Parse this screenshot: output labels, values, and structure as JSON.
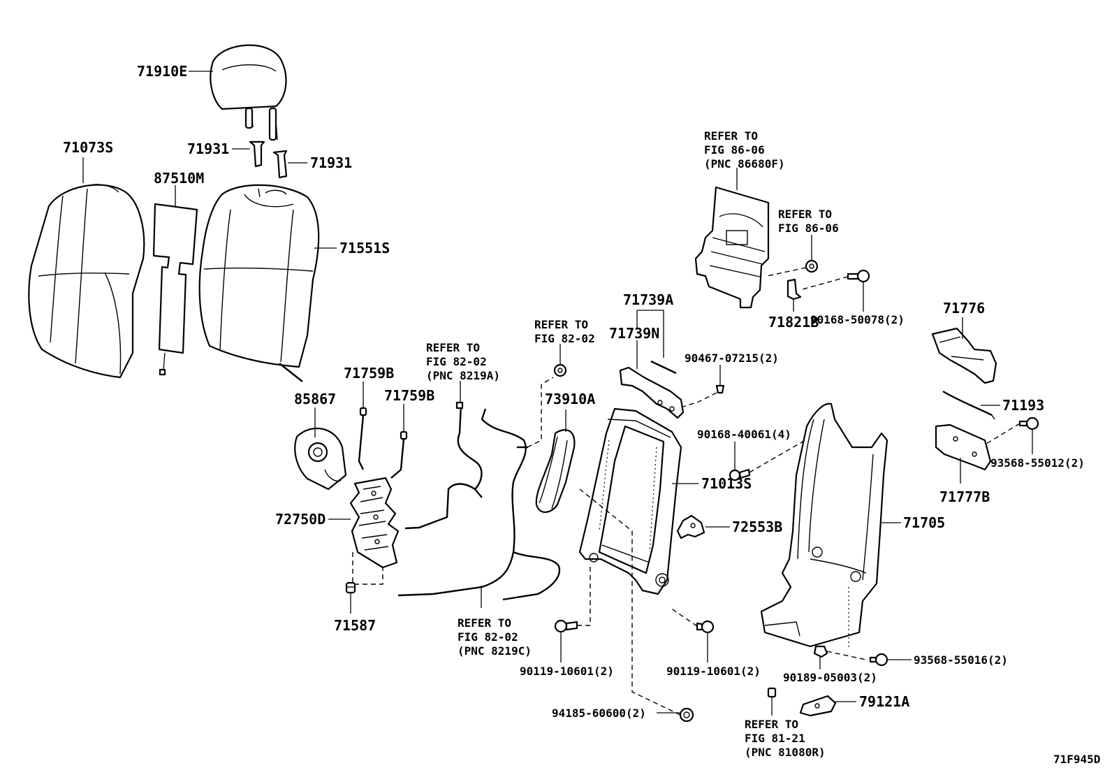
{
  "diagram_id": "71F945D",
  "parts": [
    {
      "id": "71910E"
    },
    {
      "id": "71931a",
      "label": "71931"
    },
    {
      "id": "71931b",
      "label": "71931"
    },
    {
      "id": "71073S"
    },
    {
      "id": "87510M"
    },
    {
      "id": "71551S"
    },
    {
      "id": "85867"
    },
    {
      "id": "71759Ba",
      "label": "71759B"
    },
    {
      "id": "71759Bb",
      "label": "71759B"
    },
    {
      "id": "72750D"
    },
    {
      "id": "71587"
    },
    {
      "id": "73910A"
    },
    {
      "id": "71739A"
    },
    {
      "id": "71739N"
    },
    {
      "id": "90467-07215(2)"
    },
    {
      "id": "71013S"
    },
    {
      "id": "72553B"
    },
    {
      "id": "90168-40061(4)"
    },
    {
      "id": "71821B"
    },
    {
      "id": "90168-50078(2)"
    },
    {
      "id": "71776"
    },
    {
      "id": "71193"
    },
    {
      "id": "93568-55012(2)"
    },
    {
      "id": "71777B"
    },
    {
      "id": "71705"
    },
    {
      "id": "90119-10601(2)a",
      "label": "90119-10601(2)"
    },
    {
      "id": "90119-10601(2)b",
      "label": "90119-10601(2)"
    },
    {
      "id": "93568-55016(2)"
    },
    {
      "id": "90189-05003(2)"
    },
    {
      "id": "79121A"
    },
    {
      "id": "94185-60600(2)"
    }
  ],
  "labels": {
    "p71910E": "71910E",
    "p71931a": "71931",
    "p71931b": "71931",
    "p71073S": "71073S",
    "p87510M": "87510M",
    "p71551S": "71551S",
    "p85867": "85867",
    "p71759Ba": "71759B",
    "p71759Bb": "71759B",
    "p72750D": "72750D",
    "p71587": "71587",
    "p73910A": "73910A",
    "p71739A": "71739A",
    "p71739N": "71739N",
    "p90467": "90467-07215(2)",
    "p71013S": "71013S",
    "p72553B": "72553B",
    "p90168_40061": "90168-40061(4)",
    "p71821B": "71821B",
    "p90168_50078": "90168-50078(2)",
    "p71776": "71776",
    "p71193": "71193",
    "p93568_55012": "93568-55012(2)",
    "p71777B": "71777B",
    "p71705": "71705",
    "p90119a": "90119-10601(2)",
    "p90119b": "90119-10601(2)",
    "p93568_55016": "93568-55016(2)",
    "p90189": "90189-05003(2)",
    "p79121A": "79121A",
    "p94185": "94185-60600(2)",
    "diagram_code": "71F945D"
  },
  "references": {
    "fig86_06_pnc": {
      "l1": "REFER TO",
      "l2": "FIG 86-06",
      "l3": "(PNC 86680F)"
    },
    "fig86_06": {
      "l1": "REFER TO",
      "l2": "FIG 86-06"
    },
    "fig82_02_8219A": {
      "l1": "REFER TO",
      "l2": "FIG 82-02",
      "l3": "(PNC 8219A)"
    },
    "fig82_02": {
      "l1": "REFER TO",
      "l2": "FIG 82-02"
    },
    "fig82_02_8219C": {
      "l1": "REFER TO",
      "l2": "FIG 82-02",
      "l3": "(PNC 8219C)"
    },
    "fig81_21": {
      "l1": "REFER TO",
      "l2": "FIG 81-21",
      "l3": "(PNC 81080R)"
    }
  }
}
